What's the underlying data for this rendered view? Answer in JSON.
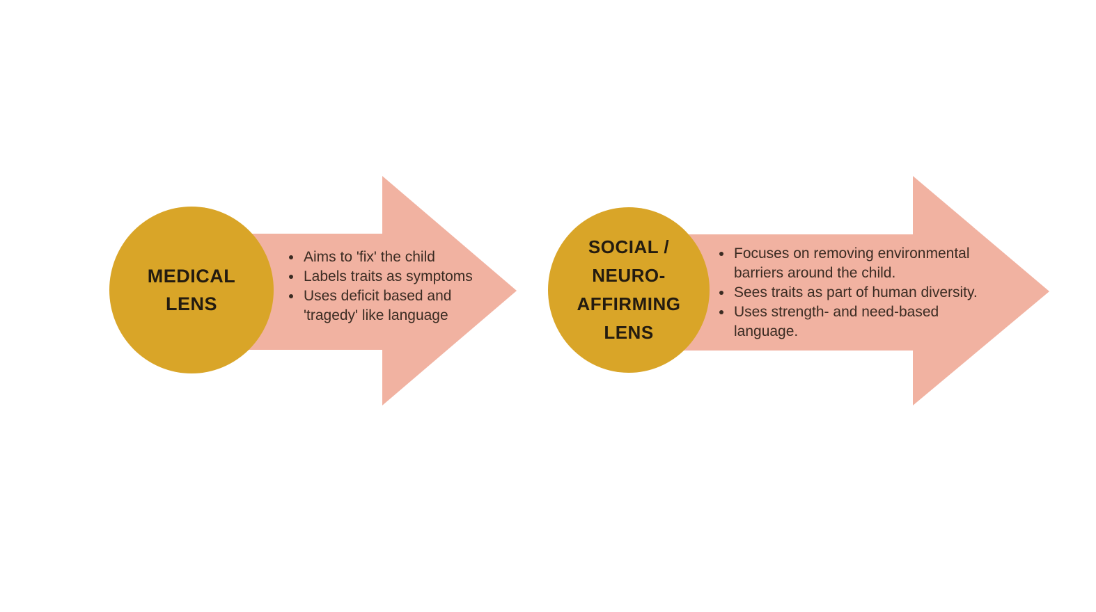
{
  "colors": {
    "page_bg": "#ffffff",
    "circle_fill": "#D9A528",
    "arrow_fill": "#F1B2A1",
    "label_text": "#231B10",
    "bullet_text": "#3A2B22"
  },
  "arrows": [
    {
      "label": "MEDICAL\nLENS",
      "bullets": [
        "Aims to 'fix' the child",
        "Labels traits as symptoms",
        "Uses deficit based and 'tragedy' like language"
      ]
    },
    {
      "label": "SOCIAL /\nNEURO-\nAFFIRMING\nLENS",
      "bullets": [
        "Focuses on removing environmental barriers around the child.",
        "Sees traits as part of human diversity.",
        "Uses strength- and need-based language."
      ]
    }
  ]
}
